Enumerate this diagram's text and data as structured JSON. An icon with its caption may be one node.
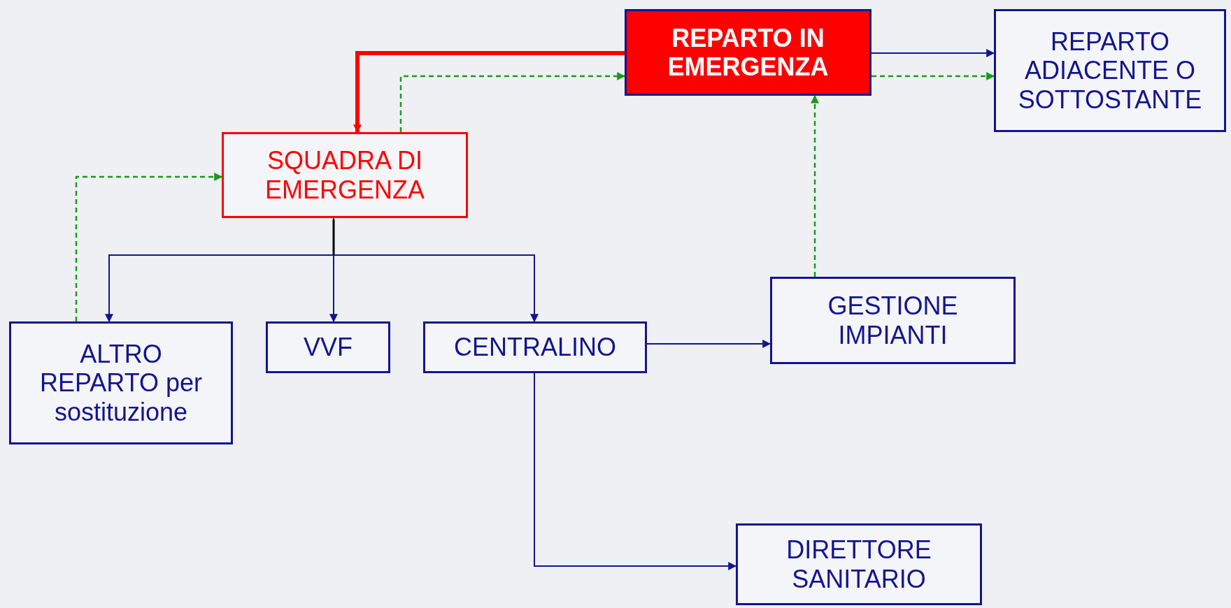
{
  "diagram": {
    "nodes": [
      {
        "text": [
          "REPARTO IN EMERGENZA"
        ]
      },
      {
        "text": [
          "REPARTO ADIACENTE O SOTTOSTANTE"
        ]
      },
      {
        "text": [
          "SQUADRA DI EMERGENZA"
        ]
      },
      {
        "text": [
          "ALTRO REPARTO per sostituzione"
        ]
      },
      {
        "text": [
          "VVF"
        ]
      },
      {
        "text": [
          "CENTRALINO"
        ]
      },
      {
        "text": [
          "GESTIONE IMPIANTI"
        ]
      },
      {
        "text": [
          "DIRETTORE SANITARIO"
        ]
      }
    ],
    "edges": [
      {
        "from": 0,
        "to": 2,
        "arrow": "to",
        "style": "thick",
        "color": "#ff0000"
      },
      {
        "from": 2,
        "to": 0,
        "arrow": "to",
        "style": "dashed",
        "color": "#1a9a1a"
      },
      {
        "from": 0,
        "to": 1,
        "arrow": "to"
      },
      {
        "from": 0,
        "to": 1,
        "arrow": "to",
        "style": "dashed",
        "color": "#1a9a1a"
      },
      {
        "from": 6,
        "to": 0,
        "arrow": "to",
        "style": "dashed",
        "color": "#1a9a1a"
      },
      {
        "from": 3,
        "to": 2,
        "arrow": "to",
        "style": "dashed",
        "color": "#1a9a1a"
      },
      {
        "from": 2,
        "to": 3,
        "arrow": "to"
      },
      {
        "from": 2,
        "to": 4,
        "arrow": "to"
      },
      {
        "from": 2,
        "to": 5,
        "arrow": "to"
      },
      {
        "from": 5,
        "to": 6,
        "arrow": "to"
      },
      {
        "from": 5,
        "to": 7,
        "arrow": "to"
      }
    ]
  }
}
